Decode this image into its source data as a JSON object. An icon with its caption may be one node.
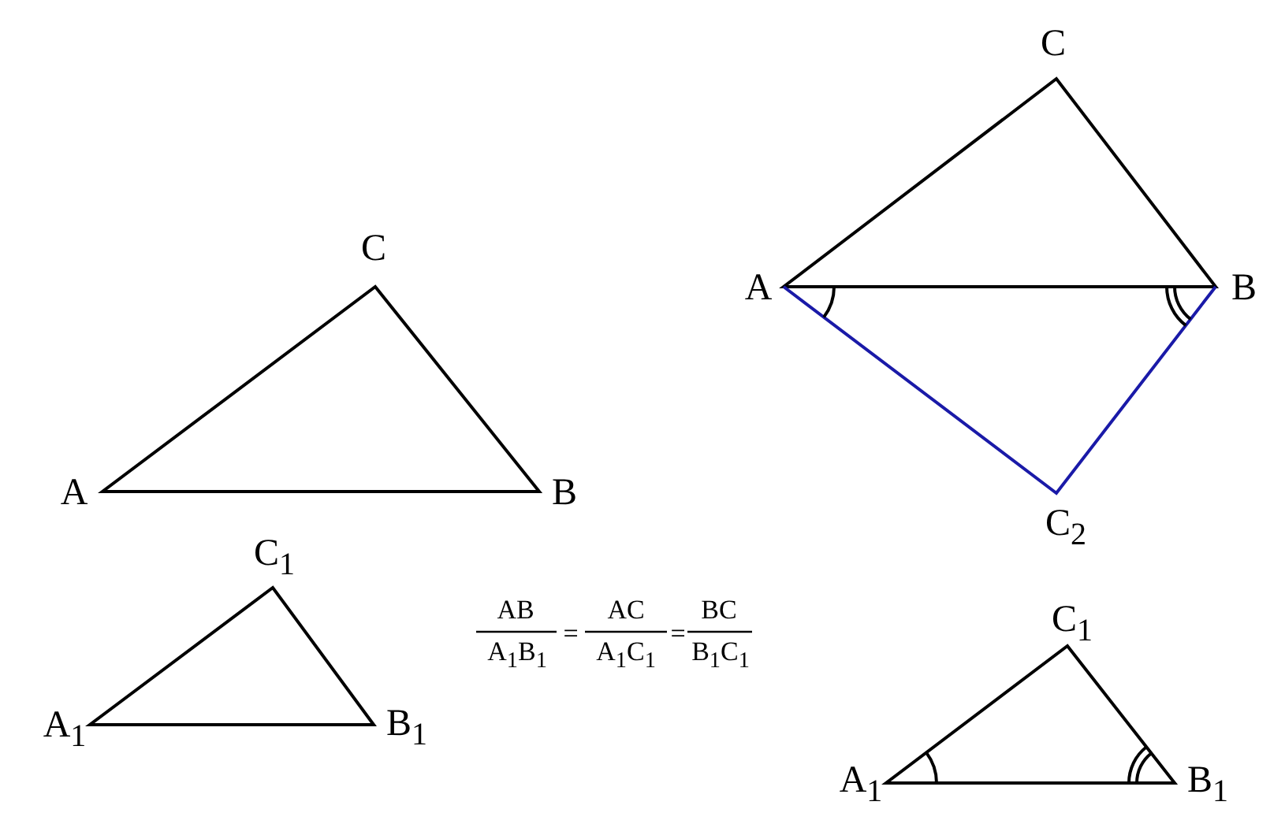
{
  "diagram": {
    "labels": [
      "C",
      "C",
      "A",
      "B",
      "A",
      "B",
      "C$_{2}$",
      "C$_{1}$",
      "C$_{1}$",
      "AB",
      "=",
      "AC",
      "=",
      "BC",
      "A$_{1}$B$_{1}$",
      "A$_{1}$C$_{1}$",
      "B$_{1}$C$_{1}$",
      "A$_{1}$",
      "B$_{1}$",
      "A$_{1}$",
      "B$_{1}$"
    ]
  }
}
